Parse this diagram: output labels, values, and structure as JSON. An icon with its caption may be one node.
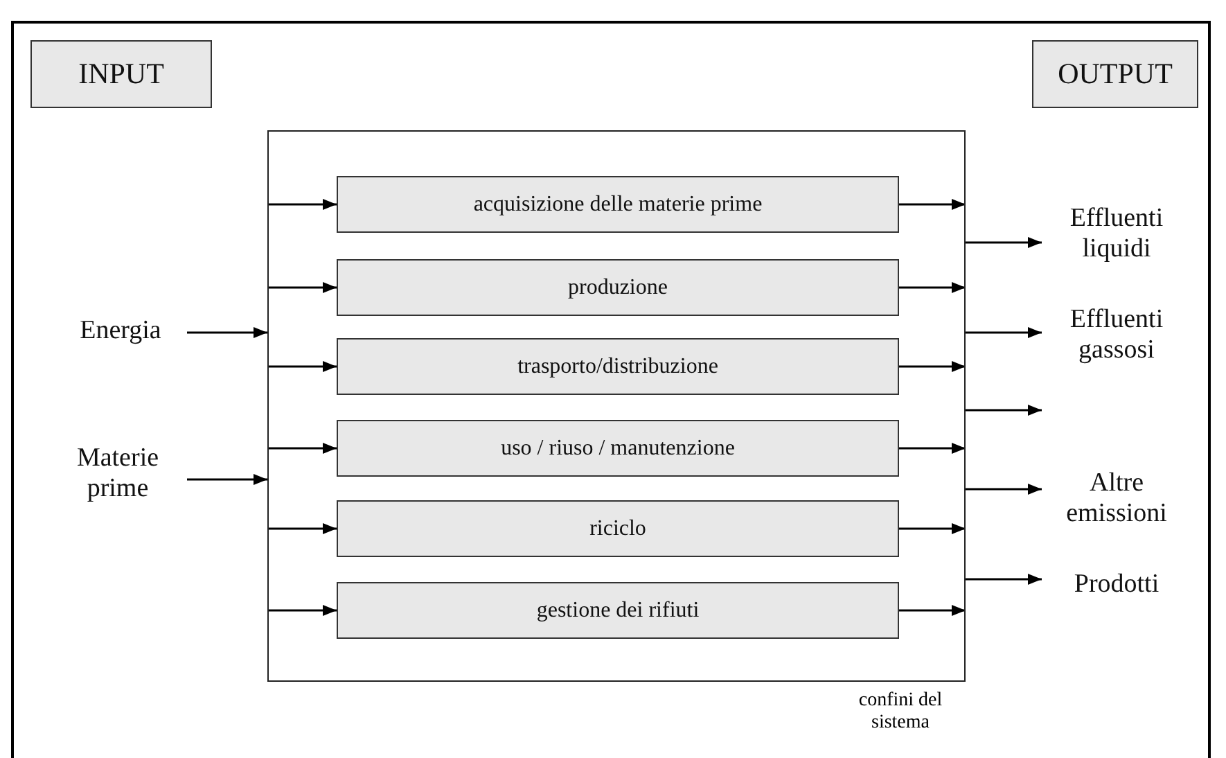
{
  "diagram": {
    "nodes": [
      {
        "text": [
          "INPUT"
        ]
      },
      {
        "text": [
          "OUTPUT"
        ]
      },
      {
        "text": [],
        "shape": "box",
        "beside": [
          "confini del sistema"
        ]
      },
      {
        "text": [
          "acquisizione delle materie prime"
        ],
        "in": 2
      },
      {
        "text": [
          "produzione"
        ],
        "in": 2
      },
      {
        "text": [
          "trasporto/distribuzione"
        ],
        "in": 2
      },
      {
        "text": [
          "uso / riuso / manutenzione"
        ],
        "in": 2
      },
      {
        "text": [
          "riciclo"
        ],
        "in": 2
      },
      {
        "text": [
          "gestione dei rifiuti"
        ],
        "in": 2
      },
      {
        "text": [
          "Energia"
        ]
      },
      {
        "text": [
          "Materie prime"
        ]
      },
      {
        "text": [
          "Effluenti liquidi"
        ]
      },
      {
        "text": [
          "Effluenti gassosi"
        ]
      },
      {
        "text": [
          "Altre emissioni"
        ]
      },
      {
        "text": [
          "Prodotti"
        ]
      }
    ],
    "edges": [
      {
        "from": 9,
        "to": 2,
        "arrow": "to"
      },
      {
        "from": 10,
        "to": 2,
        "arrow": "to"
      },
      {
        "from": 2,
        "to": 3,
        "arrow": "to"
      },
      {
        "from": 2,
        "to": 4,
        "arrow": "to"
      },
      {
        "from": 2,
        "to": 5,
        "arrow": "to"
      },
      {
        "from": 2,
        "to": 6,
        "arrow": "to"
      },
      {
        "from": 2,
        "to": 7,
        "arrow": "to"
      },
      {
        "from": 2,
        "to": 8,
        "arrow": "to"
      },
      {
        "from": 3,
        "to": 2,
        "arrow": "to"
      },
      {
        "from": 4,
        "to": 2,
        "arrow": "to"
      },
      {
        "from": 5,
        "to": 2,
        "arrow": "to"
      },
      {
        "from": 6,
        "to": 2,
        "arrow": "to"
      },
      {
        "from": 7,
        "to": 2,
        "arrow": "to"
      },
      {
        "from": 8,
        "to": 2,
        "arrow": "to"
      },
      {
        "from": 2,
        "to": 11,
        "arrow": "to"
      },
      {
        "from": 2,
        "to": 12,
        "arrow": "to"
      },
      {
        "from": 2,
        "to": null,
        "arrow": "to"
      },
      {
        "from": 2,
        "to": 13,
        "arrow": "to"
      },
      {
        "from": 2,
        "to": 14,
        "arrow": "to"
      }
    ]
  }
}
